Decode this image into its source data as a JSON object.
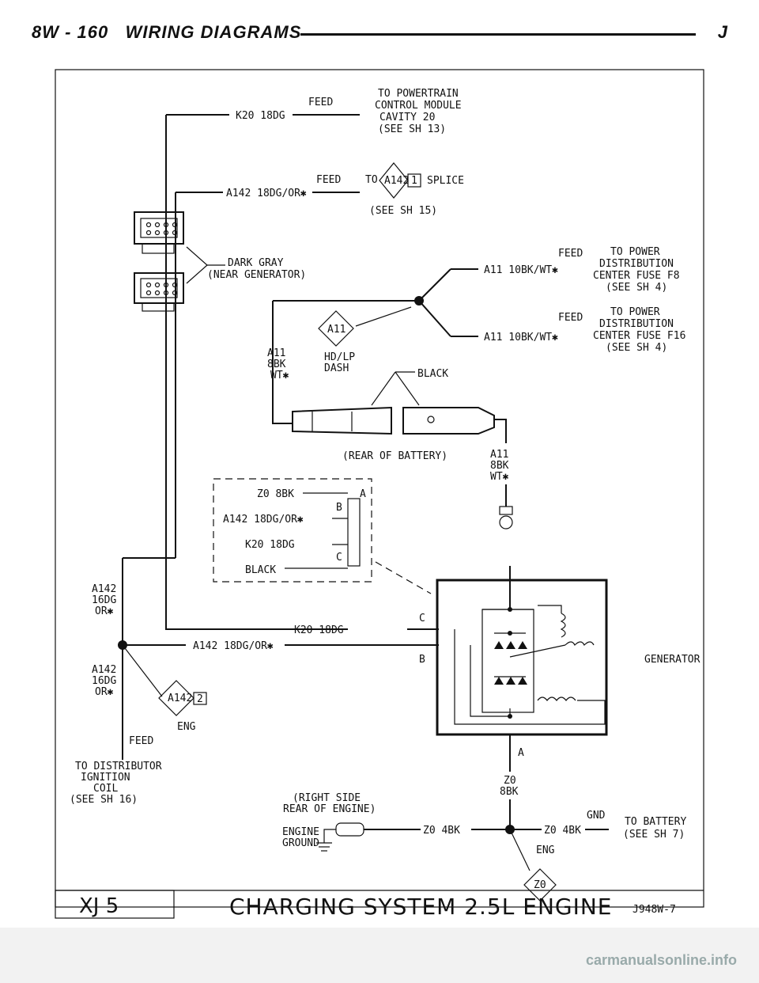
{
  "header": {
    "page_label": "8W - 160",
    "section_title": "WIRING DIAGRAMS",
    "edition_mark": "J"
  },
  "diagram": {
    "k20_top": {
      "wire": "K20 18DG",
      "feed": "FEED",
      "dest": [
        "TO POWERTRAIN",
        "CONTROL MODULE",
        "CAVITY 20",
        "(SEE SH 13)"
      ]
    },
    "a142_top": {
      "wire": "A142 18DG/OR✱",
      "feed": "FEED",
      "to": "TO",
      "splice_id": "A142",
      "splice_num": "1",
      "splice": "SPLICE",
      "see": "(SEE SH 15)"
    },
    "connector_note": [
      "DARK GRAY",
      "(NEAR GENERATOR)"
    ],
    "a11_f8": {
      "wire": "A11 10BK/WT✱",
      "feed": "FEED",
      "dest": [
        "TO POWER",
        "DISTRIBUTION",
        "CENTER FUSE F8",
        "(SEE SH 4)"
      ]
    },
    "a11_f16": {
      "wire": "A11 10BK/WT✱",
      "feed": "FEED",
      "dest": [
        "TO POWER",
        "DISTRIBUTION",
        "CENTER FUSE F16",
        "(SEE SH 4)"
      ]
    },
    "a11_splice": "A11",
    "a11_left": [
      "A11",
      "8BK",
      "WT✱"
    ],
    "hdlp": [
      "HD/LP",
      "DASH"
    ],
    "black": "BLACK",
    "rear_battery": "(REAR OF BATTERY)",
    "a11_right": [
      "A11",
      "8BK",
      "WT✱"
    ],
    "conn_box": {
      "z0": "Z0 8BK",
      "a142": "A142 18DG/OR✱",
      "k20": "K20 18DG",
      "black": "BLACK",
      "pin_a": "A",
      "pin_b": "B",
      "pin_c": "C"
    },
    "a142_mid": [
      "A142",
      "16DG",
      "OR✱"
    ],
    "k20_gen": "K20 18DG",
    "a142_gen": "A142 18DG/OR✱",
    "gen_c": "C",
    "gen_b": "B",
    "generator": "GENERATOR",
    "a142_low": [
      "A142",
      "16DG",
      "OR✱"
    ],
    "splice2_id": "A142",
    "splice2_num": "2",
    "eng": "ENG",
    "feed_low": "FEED",
    "distributor": [
      "TO DISTRIBUTOR",
      "IGNITION",
      "COIL",
      "(SEE SH 16)"
    ],
    "gen_a": "A",
    "z0_gen": [
      "Z0",
      "8BK"
    ],
    "right_side": [
      "(RIGHT SIDE",
      "REAR OF ENGINE)"
    ],
    "engine_ground": [
      "ENGINE",
      "GROUND"
    ],
    "z0_4bk_a": "Z0 4BK",
    "z0_4bk_b": "Z0 4BK",
    "gnd": "GND",
    "battery": [
      "TO BATTERY",
      "(SEE SH 7)"
    ],
    "eng2": "ENG",
    "z0_splice": "Z0"
  },
  "footer": {
    "model": "XJ 5",
    "title": "CHARGING SYSTEM 2.5L ENGINE",
    "code": "J948W-7"
  },
  "watermark": "carmanualsonline.info"
}
